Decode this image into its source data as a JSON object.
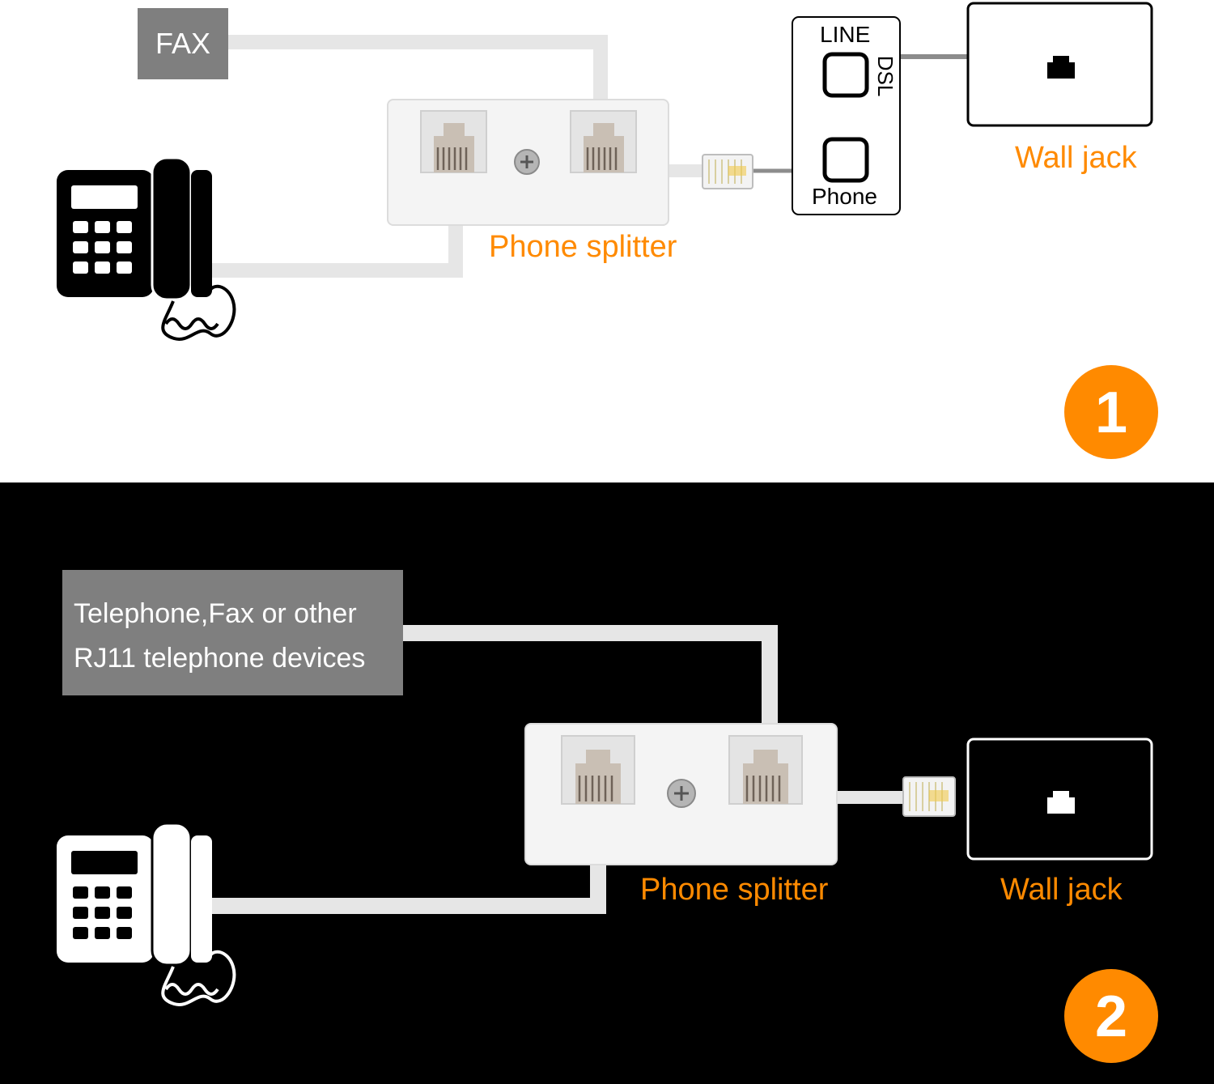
{
  "colors": {
    "accent": "#ff8a00",
    "cable": "#e6e6e6",
    "label_box": "#7f7f7f",
    "device_dark": "#000000",
    "device_light": "#ffffff",
    "splitter_body": "#f4f4f4"
  },
  "panel1": {
    "fax_label": "FAX",
    "modem": {
      "line_label": "LINE",
      "dsl_label": "DSL",
      "phone_label": "Phone"
    },
    "splitter_label": "Phone splitter",
    "wall_jack_label": "Wall jack",
    "step_number": "1",
    "icons": [
      "telephone-icon",
      "phone-splitter-icon",
      "rj11-plug-icon",
      "dsl-filter-icon",
      "wall-jack-icon"
    ]
  },
  "panel2": {
    "device_label_line1": "Telephone,Fax or other",
    "device_label_line2": "RJ11 telephone devices",
    "splitter_label": "Phone splitter",
    "wall_jack_label": "Wall jack",
    "step_number": "2",
    "icons": [
      "telephone-icon",
      "phone-splitter-icon",
      "rj11-plug-icon",
      "wall-jack-icon"
    ]
  }
}
